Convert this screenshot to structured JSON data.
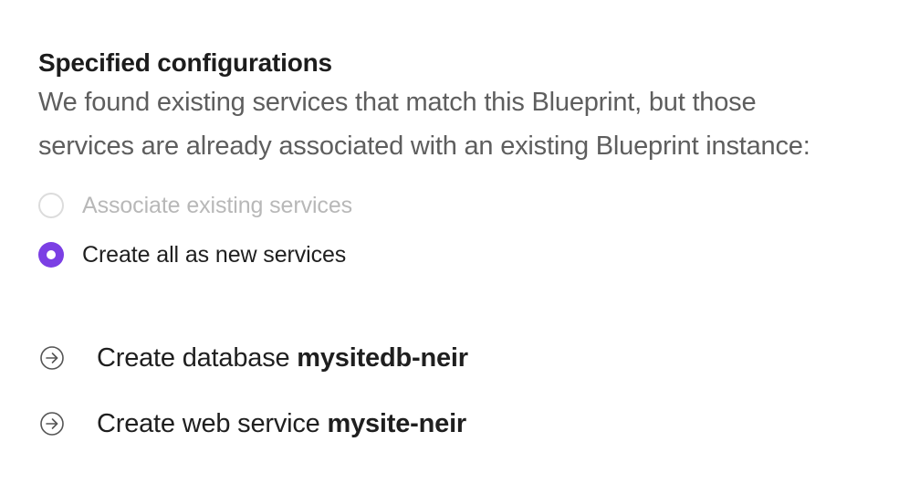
{
  "section": {
    "title": "Specified configurations",
    "description_line1": "We found existing services that match this Blueprint, but those",
    "description_line2": "services are already associated with an existing Blueprint instance:"
  },
  "radio_options": [
    {
      "label": "Associate existing services",
      "selected": false,
      "disabled": true
    },
    {
      "label": "Create all as new services",
      "selected": true,
      "disabled": false
    }
  ],
  "actions": [
    {
      "icon": "arrow-right-circle-icon",
      "prefix": "Create database ",
      "name": "mysitedb-neir"
    },
    {
      "icon": "arrow-right-circle-icon",
      "prefix": "Create web service ",
      "name": "mysite-neir"
    }
  ],
  "colors": {
    "accent": "#7b3fe4",
    "title": "#1c1c1c",
    "description": "#5e5e5e",
    "disabled": "#b8b8b8"
  }
}
